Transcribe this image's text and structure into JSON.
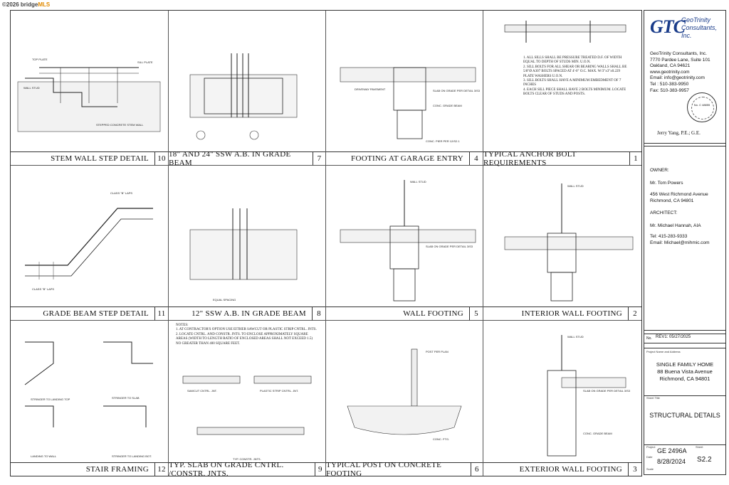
{
  "watermark": {
    "prefix": "©2026 bridge",
    "mls": "MLS"
  },
  "details": [
    {
      "title": "STEM WALL STEP DETAIL",
      "num": "10"
    },
    {
      "title": "18\" AND 24\" SSW A.B. IN GRADE BEAM",
      "num": "7"
    },
    {
      "title": "FOOTING AT GARAGE ENTRY",
      "num": "4"
    },
    {
      "title": "TYPICAL ANCHOR BOLT REQUIREMENTS",
      "num": "1"
    },
    {
      "title": "GRADE BEAM STEP DETAIL",
      "num": "11"
    },
    {
      "title": "12\" SSW A.B. IN GRADE BEAM",
      "num": "8"
    },
    {
      "title": "WALL FOOTING",
      "num": "5"
    },
    {
      "title": "INTERIOR WALL FOOTING",
      "num": "2"
    },
    {
      "title": "STAIR FRAMING",
      "num": "12"
    },
    {
      "title": "TYP. SLAB ON GRADE CNTRL. /CONSTR. JNTS.",
      "num": "9"
    },
    {
      "title": "TYPICAL POST ON CONCRETE FOOTING",
      "num": "6"
    },
    {
      "title": "EXTERIOR WALL FOOTING",
      "num": "3"
    }
  ],
  "labels": {
    "top_plate": "TOP PLATE",
    "sill_plate": "SILL PLATE",
    "wall_stud": "WALL STUD",
    "stepped_wall": "STEPPED CONCRETE STEM WALL",
    "driveway": "DRIVEWAY PAVEMENT",
    "slab_on_grade": "SLAB ON GRADE PER DETAIL 3/S3",
    "conc_grade_beam": "CONC. GRADE BEAM",
    "conc_pier": "CONC. PIER PER 12/S2.1",
    "class_b": "CLASS \"B\" LAPS",
    "equal_spacing": "EQUAL SPACING",
    "post_per_plan": "POST PER PLAN",
    "conc_ftg": "CONC. FTG.",
    "stringer_landing_top": "STRINGER TO LANDING TOP",
    "stringer_slab": "STRINGER TO SLAB",
    "landing_wall": "LANDING TO WALL",
    "stringer_landing_bot": "STRINGER TO LANDING BOT.",
    "sawcut": "SAWCUT CNTRL. JNT.",
    "plastic_strip": "PLASTIC STRIP CNTRL. JNT.",
    "constr_jnt": "TYP. CONSTR. JNTS."
  },
  "anchor_notes": [
    "1. ALL SILLS SHALL BE PRESSURE TREATED D.F. OF WIDTH EQUAL TO DEPTH OF STUDS MIN. U.O.N.",
    "2. SILL BOLTS FOR ALL SHEAR OR BEARING WALLS SHALL BE 5/8\"Ø A307 BOLTS SPACED AT 4'-0\" O.C. MAX. W/3\"x3\"x0.229 PLATE WASHERS U.O.N.",
    "3. SILL BOLTS SHALL HAVE A MINIMUM EMBEDMENT OF 7 INCHES",
    "4. EACH SILL PIECE SHALL HAVE 2 BOLTS MINIMUM. LOCATE BOLTS CLEAR OF STUDS AND POSTS."
  ],
  "slab_notes": [
    "NOTES:",
    "1. AT CONTRACTOR'S OPTION USE EITHER SAWCUT OR PLASTIC STRIP CNTRL. JNTS.",
    "2. LOCATE CNTRL. AND CONSTR. JNTS. TO ENCLOSE APPROXIMATELY SQUARE AREAS (WIDTH TO LENGTH RATIO OF ENCLOSED AREAS SHALL NOT EXCEED 1.5) NO GREATER THAN 400 SQUARE FEET."
  ],
  "titleblock": {
    "logo": "GTC",
    "logo_name_1": "GeoTrinity",
    "logo_name_2": "Consultants, Inc.",
    "company": "GeoTrinity Consultants, Inc.",
    "address1": "7770 Pardee Lane, Suite 101",
    "address2": "Oakland, CA 94621",
    "web": "www.geotrinity.com",
    "email": "Email: info@geotrinity.com",
    "tel": "Tel :  510-383-9950",
    "fax": "Fax:   510-383-9957",
    "seal_text": "No. C 48855",
    "engineer": "Jerry Yang,  P.E.; G.E.",
    "owner_label": "OWNER:",
    "owner_name": "Mr. Tom Powers",
    "owner_addr1": "456 West Richmond Avenue",
    "owner_addr2": "Richmond, CA 94801",
    "architect_label": "ARCHITECT:",
    "architect_name": "Mr. Michael Hannah, AIA",
    "architect_tel": "Tel: 415-283-9333",
    "architect_email": "Email: Michael@mihmic.com",
    "rev_no": "No.",
    "rev_value": "REV1: 05/27/2025",
    "project_label": "Project Name and Address",
    "project_1": "SINGLE FAMILY HOME",
    "project_2": "88 Buena Vista Avenue",
    "project_3": "Richmond, CA 94801",
    "sheet_title_label": "Sheet  Title",
    "sheet_title": "STRUCTURAL DETAILS",
    "project_no_label": "Project",
    "project_no": "GE 2496A",
    "date_label": "Date",
    "date": "8/28/2024",
    "scale_label": "Scale",
    "sheet_label": "Sheet",
    "sheet_no": "S2.2"
  }
}
